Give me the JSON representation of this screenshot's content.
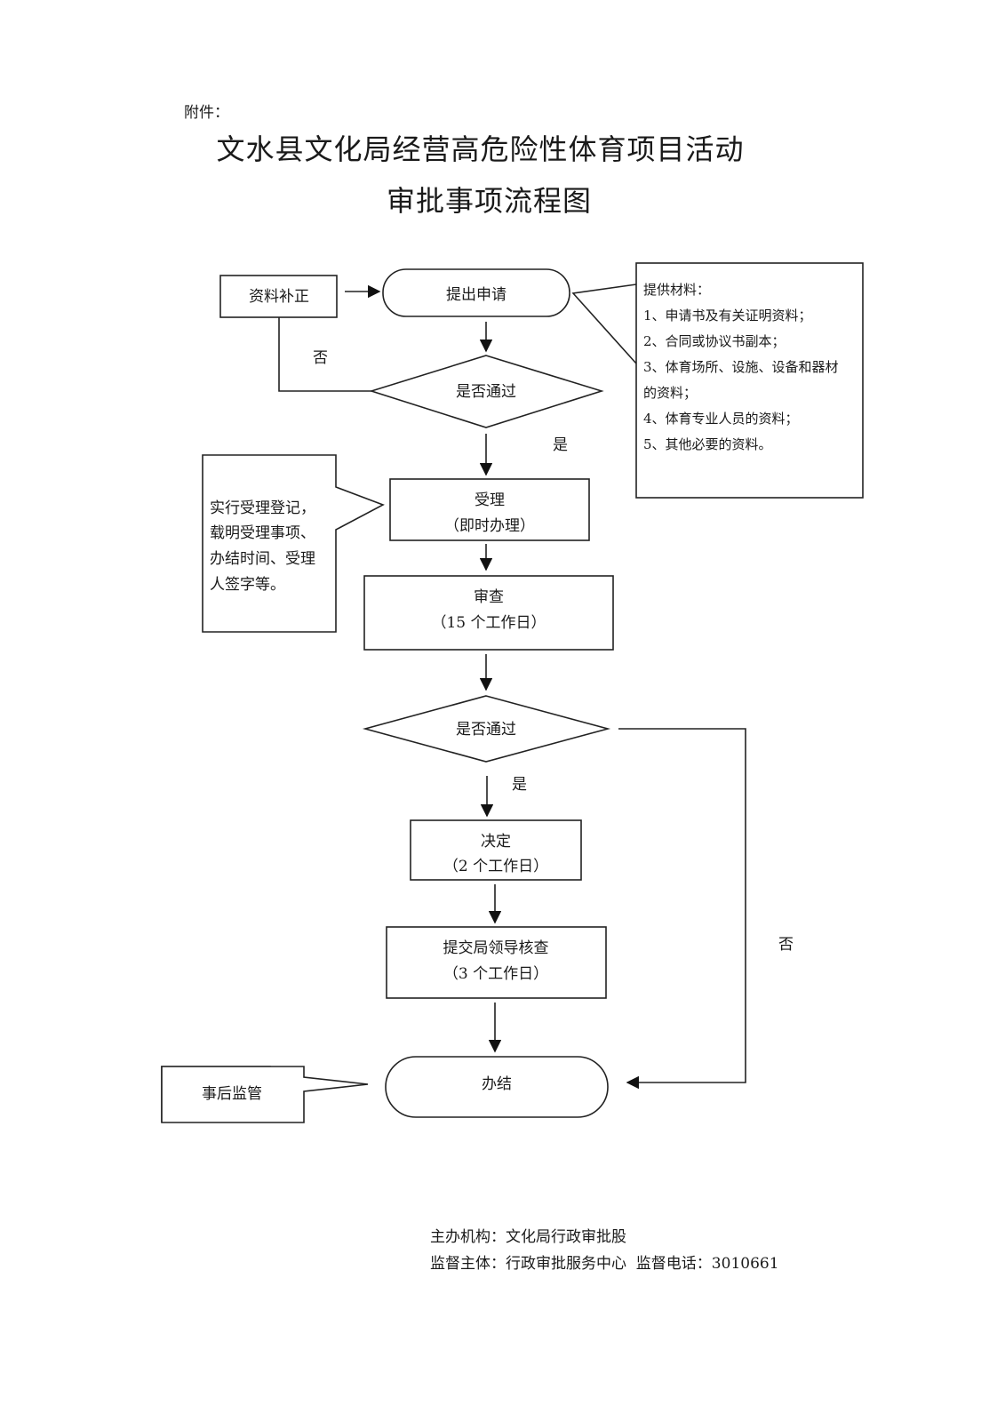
{
  "document": {
    "attachment_label": "附件：",
    "title_line1": "文水县文化局经营高危险性体育项目活动",
    "title_line2": "审批事项流程图"
  },
  "flowchart": {
    "nodes": {
      "correction": "资料补正",
      "apply": "提出申请",
      "check1": "是否通过",
      "accept_title": "受理",
      "accept_sub": "（即时办理）",
      "review_title": "审查",
      "review_sub": "（15 个工作日）",
      "check2": "是否通过",
      "decide_title": "决定",
      "decide_sub": "（2 个工作日）",
      "leader_title": "提交局领导核查",
      "leader_sub": "（3 个工作日）",
      "finish": "办结",
      "supervise": "事后监管"
    },
    "edge_labels": {
      "no1": "否",
      "yes1": "是",
      "yes2": "是",
      "no2": "否"
    },
    "materials_note": {
      "heading": "提供材料：",
      "items": [
        "1、申请书及有关证明资料；",
        "2、合同或协议书副本；",
        "3、体育场所、设施、设备和器材",
        "的资料；",
        "4、体育专业人员的资料；",
        "5、其他必要的资料。"
      ]
    },
    "accept_note": {
      "lines": [
        "实行受理登记，",
        "载明受理事项、",
        "办结时间、受理",
        "人签字等。"
      ]
    }
  },
  "footer": {
    "organizer": "主办机构：文化局行政审批股",
    "supervisor": "监督主体：行政审批服务中心  监督电话：3010661"
  }
}
